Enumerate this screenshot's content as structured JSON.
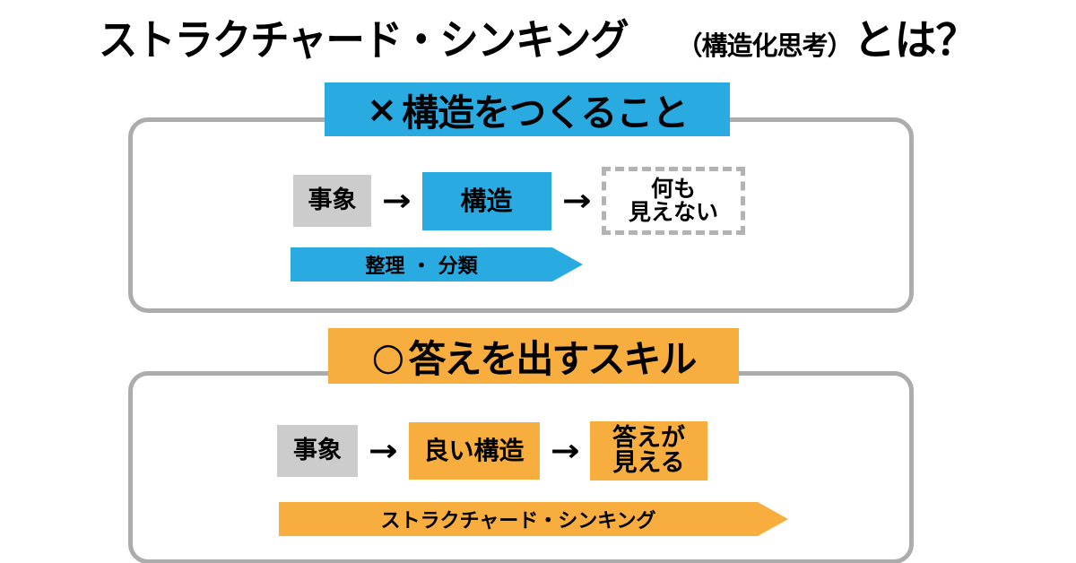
{
  "title": {
    "main": "ストラクチャード・シンキング",
    "paren": "（構造化思考）",
    "tail": "とは？"
  },
  "colors": {
    "blue": "#29ABE2",
    "orange": "#F7AE3E",
    "gray_box": "#CCCCCC",
    "panel_border": "#ACACAC",
    "dashed_border": "#B3B3B3",
    "text": "#000000",
    "background": "#FFFFFF"
  },
  "sections": [
    {
      "id": "structure",
      "banner": {
        "mark": "×",
        "label": "構造をつくること"
      },
      "flow": [
        {
          "name": "phenomenon",
          "lines": [
            "事象"
          ],
          "style": "gray"
        },
        {
          "name": "arrow",
          "glyph": "→"
        },
        {
          "name": "structure",
          "lines": [
            "構造"
          ],
          "style": "blue"
        },
        {
          "name": "arrow",
          "glyph": "→"
        },
        {
          "name": "nothing-visible",
          "lines": [
            "何も",
            "見えない"
          ],
          "style": "dashed"
        }
      ],
      "chevron": "整理 ・ 分類"
    },
    {
      "id": "skill",
      "banner": {
        "mark": "○",
        "label": "答えを出すスキル"
      },
      "flow": [
        {
          "name": "phenomenon",
          "lines": [
            "事象"
          ],
          "style": "gray"
        },
        {
          "name": "arrow",
          "glyph": "→"
        },
        {
          "name": "good-structure",
          "lines": [
            "良い構造"
          ],
          "style": "orange"
        },
        {
          "name": "arrow",
          "glyph": "→"
        },
        {
          "name": "answer-visible",
          "lines": [
            "答えが",
            "見える"
          ],
          "style": "orange"
        }
      ],
      "chevron": "ストラクチャード・シンキング"
    }
  ]
}
